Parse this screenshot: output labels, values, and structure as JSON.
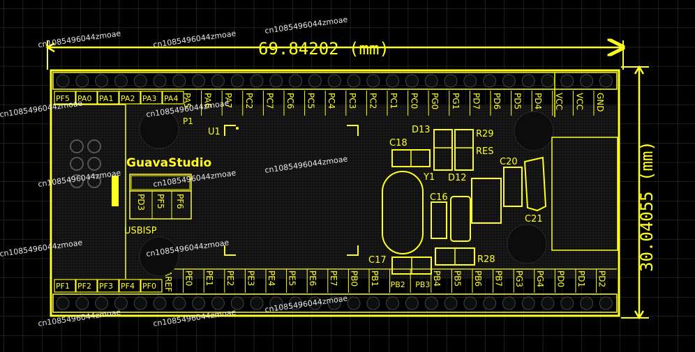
{
  "dimensions": {
    "width_label": "69.84202 (mm)",
    "height_label": "30.04055 (mm)"
  },
  "brand": "GuavaStudio",
  "top_pins_row1": [
    "PF5",
    "PA0",
    "PA1",
    "PA2",
    "PA3",
    "PA4"
  ],
  "top_pins_row2": [
    "PA5",
    "PA6",
    "PA7",
    "PC2",
    "PC7",
    "PC6",
    "PC5",
    "PC4",
    "PC3",
    "PC2",
    "PC1",
    "PC0",
    "PG0",
    "PG1",
    "PD7",
    "PD6",
    "PD5",
    "PD4",
    "VCC",
    "VCC",
    "GND"
  ],
  "bottom_pins_left": [
    "PF1",
    "PF2",
    "PF3",
    "PF4",
    "PF0"
  ],
  "bottom_pins_row": [
    "AREF",
    "PE0",
    "PE1",
    "PE2",
    "PE3",
    "PE4",
    "PE5",
    "PE6",
    "PE7",
    "PB0",
    "PB1",
    "PB2",
    "PB3",
    "PB4",
    "PB5",
    "PB6",
    "PB7",
    "PG3",
    "PG4",
    "PD0",
    "PD1",
    "PD2"
  ],
  "isp_pins": [
    "PD3",
    "PF5",
    "PF6"
  ],
  "components": {
    "p1": "P1",
    "u1": "U1",
    "c18": "C18",
    "d13": "D13",
    "r29": "R29",
    "res": "RES",
    "y1": "Y1",
    "d12": "D12",
    "c20": "C20",
    "c16": "C16",
    "c21": "C21",
    "c17": "C17",
    "r28": "R28",
    "usbisp": "USBISP"
  },
  "watermark": "cn1085496044zmoae",
  "colors": {
    "silk": "#ffff22",
    "background": "#000000",
    "grid": "#3a3a3a"
  }
}
